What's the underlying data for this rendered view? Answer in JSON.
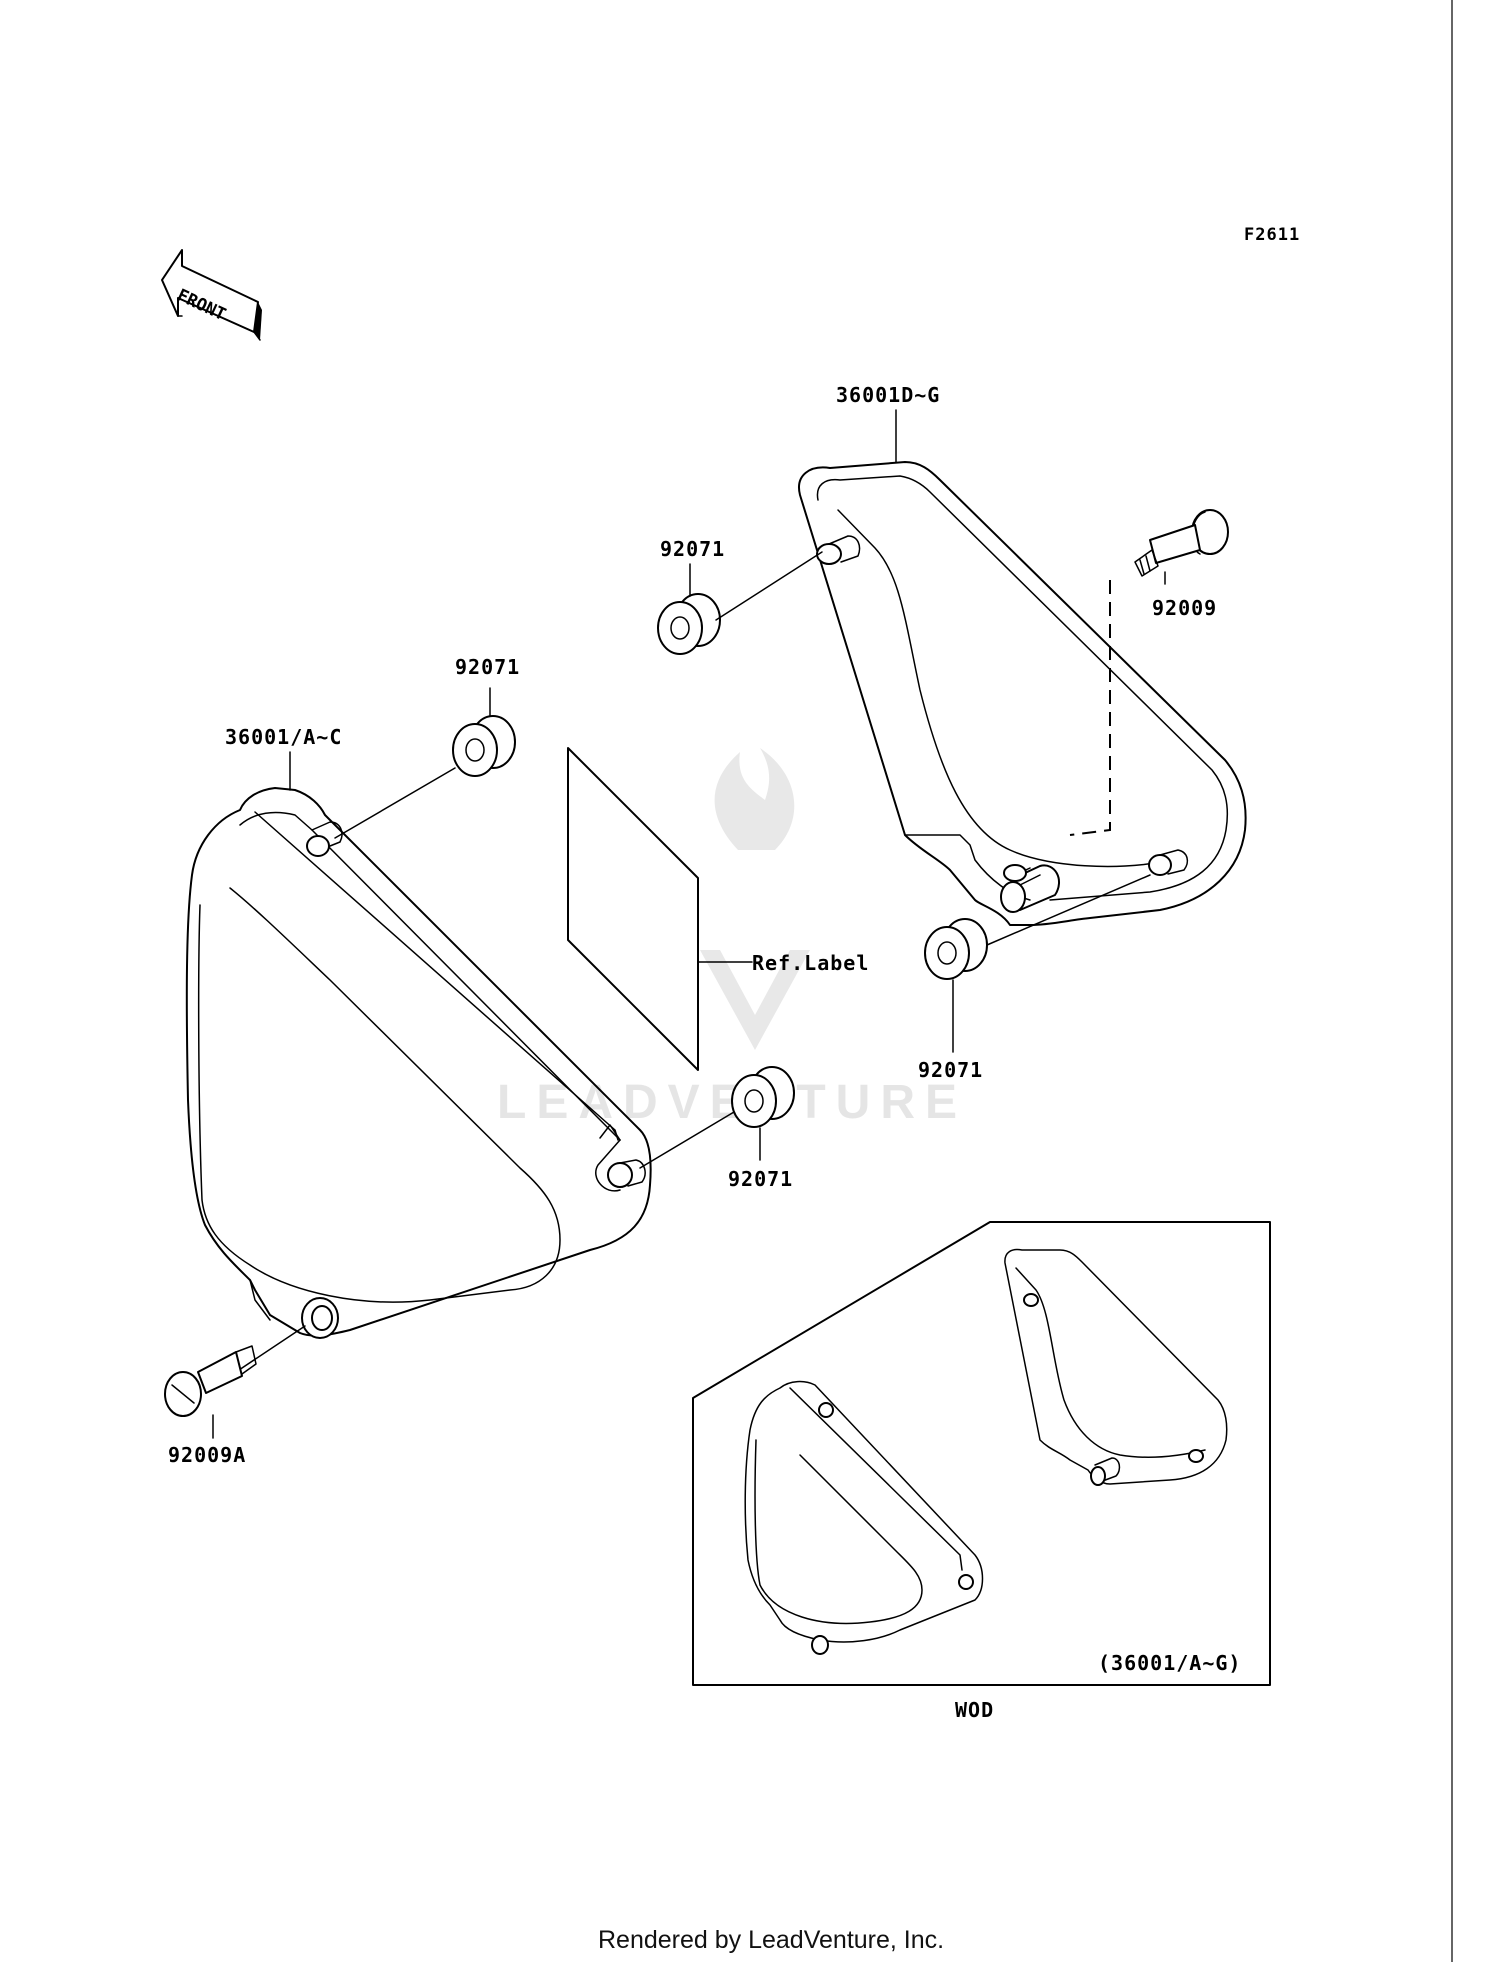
{
  "figure_code": "F2611",
  "front_arrow": {
    "text": "FRONT",
    "icon": "front-direction-arrow"
  },
  "callouts": {
    "cover_right": "36001D~G",
    "cover_left": "36001/A~C",
    "grommet_right_top": "92071",
    "grommet_left_top": "92071",
    "grommet_right_bottom": "92071",
    "grommet_left_bottom": "92071",
    "bolt_right": "92009",
    "bolt_left": "92009A",
    "ref_label": "Ref.Label"
  },
  "inset": {
    "range_label": "(36001/A~G)",
    "caption": "WOD"
  },
  "watermark": "LEADVENTURE",
  "footer": "Rendered by LeadVenture, Inc."
}
